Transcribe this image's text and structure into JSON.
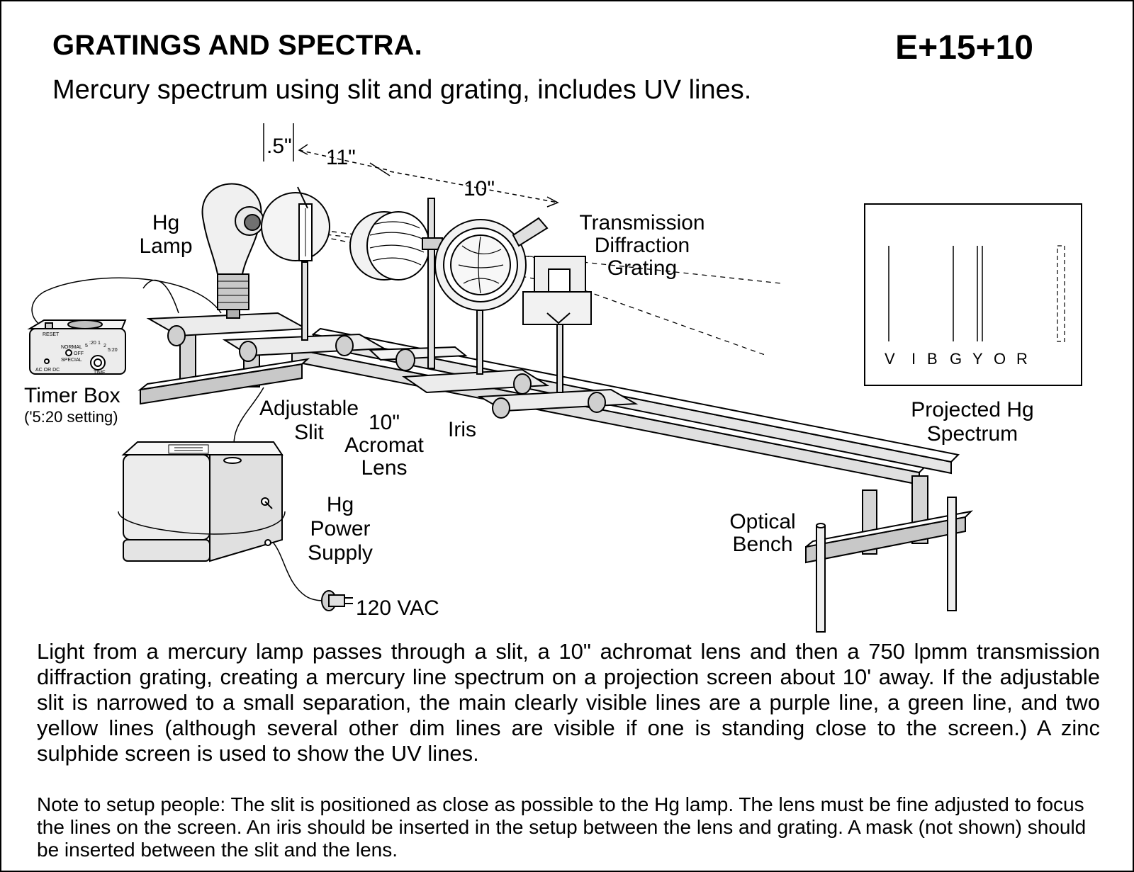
{
  "header": {
    "title": "GRATINGS AND SPECTRA.",
    "code": "E+15+10",
    "subtitle": "Mercury spectrum using slit and grating, includes UV lines."
  },
  "diagram": {
    "dimensions": {
      "d1": ".5\"",
      "d2": "11\"",
      "d3": "10\""
    },
    "labels": {
      "hg_lamp": [
        "Hg",
        "Lamp"
      ],
      "grating": [
        "Transmission",
        "Diffraction",
        "Grating"
      ],
      "timer_box": "Timer Box",
      "timer_setting": "('5:20 setting)",
      "slit": [
        "Adjustable",
        "Slit"
      ],
      "lens": [
        "10\"",
        "Acromat",
        "Lens"
      ],
      "iris": "Iris",
      "projected": [
        "Projected Hg",
        "Spectrum"
      ],
      "power_supply": [
        "Hg",
        "Power",
        "Supply"
      ],
      "vac": "120 VAC",
      "bench": [
        "Optical",
        "Bench"
      ]
    },
    "timer_panel": {
      "reset": "RESET",
      "normal": "NORMAL",
      "off": "OFF",
      "special": "SPECIAL",
      "time": "TIME",
      "ac_dc": "AC OR DC",
      "settings": [
        "5",
        ":20",
        "1",
        "2",
        "5:20"
      ]
    },
    "spectrum_letters": [
      "V",
      "I",
      "B",
      "G",
      "Y",
      "O",
      "R"
    ]
  },
  "description": "Light from a mercury lamp passes through a slit, a 10\" achromat lens and then a 750 lpmm transmission diffraction grating, creating a mercury line spectrum on a projection screen about 10' away. If the adjustable slit is narrowed to a small separation, the main clearly visible lines are a purple line, a green line, and two yellow lines (although several other dim lines are visible if one is standing close to the screen.) A zinc sulphide screen is used to show the UV lines.",
  "note": "Note to setup people: The slit is positioned as close as possible to the Hg lamp.  The lens must be fine adjusted to focus the lines on the screen.  An iris should be inserted in the setup between the lens and grating.  A mask (not shown) should be inserted between the slit and the lens."
}
